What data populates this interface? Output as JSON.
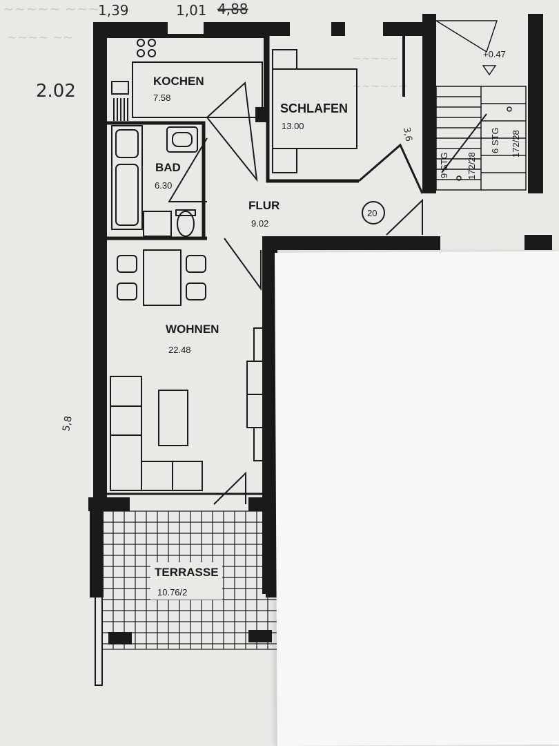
{
  "rooms": {
    "kochen": {
      "name": "KOCHEN",
      "area": "7.58"
    },
    "schlafen": {
      "name": "SCHLAFEN",
      "area": "13.00"
    },
    "bad": {
      "name": "BAD",
      "area": "6.30"
    },
    "flur": {
      "name": "FLUR",
      "area": "9.02"
    },
    "wohnen": {
      "name": "WOHNEN",
      "area": "22.48"
    },
    "terrasse": {
      "name": "TERRASSE",
      "area": "10.76/2"
    }
  },
  "unit_number": "20",
  "level_marker": "+0.47",
  "stairs": {
    "left": {
      "steps": "9 STG",
      "ratio": "172/28"
    },
    "right": {
      "steps": "6 STG",
      "ratio": "172/28"
    }
  },
  "handwritten": {
    "unit_id": "2.02",
    "top_dims": [
      "1,39",
      "1,01",
      "4,88"
    ],
    "side_dim": "5,8",
    "room_dim": "3,6"
  },
  "colors": {
    "ink": "#1a1a1a",
    "paper": "#e9e9e6",
    "overlay": "#f7f7f6"
  }
}
